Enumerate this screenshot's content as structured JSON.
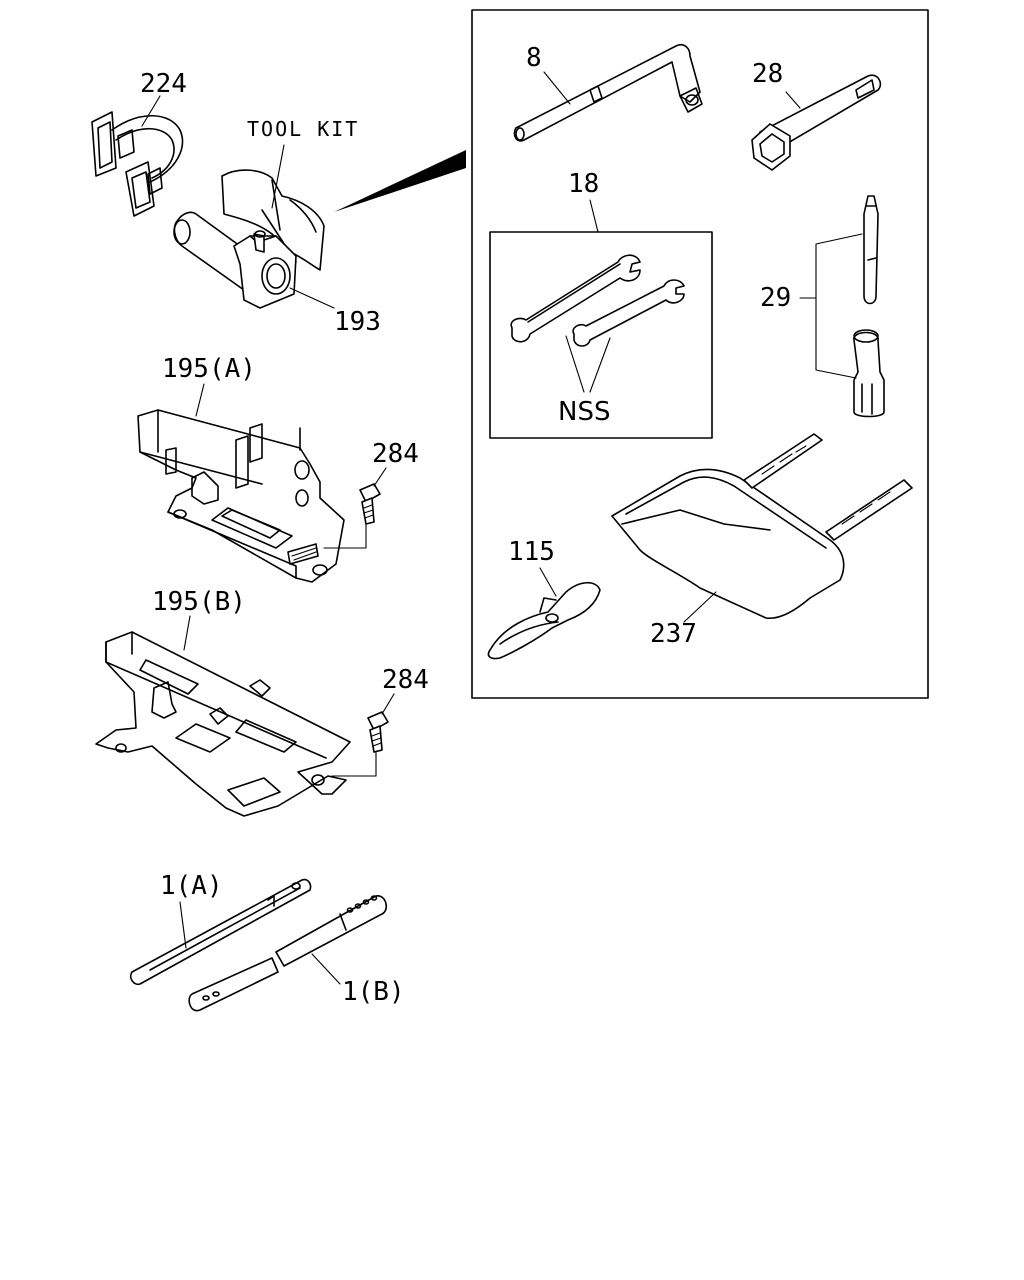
{
  "labels": {
    "tool_kit": "TOOL KIT",
    "p224": "224",
    "p193": "193",
    "p195a": "195(A)",
    "p195b": "195(B)",
    "p284a": "284",
    "p284b": "284",
    "p1a": "1(A)",
    "p1b": "1(B)",
    "p8": "8",
    "p28": "28",
    "p18": "18",
    "p29": "29",
    "nss": "NSS",
    "p115": "115",
    "p237": "237"
  }
}
